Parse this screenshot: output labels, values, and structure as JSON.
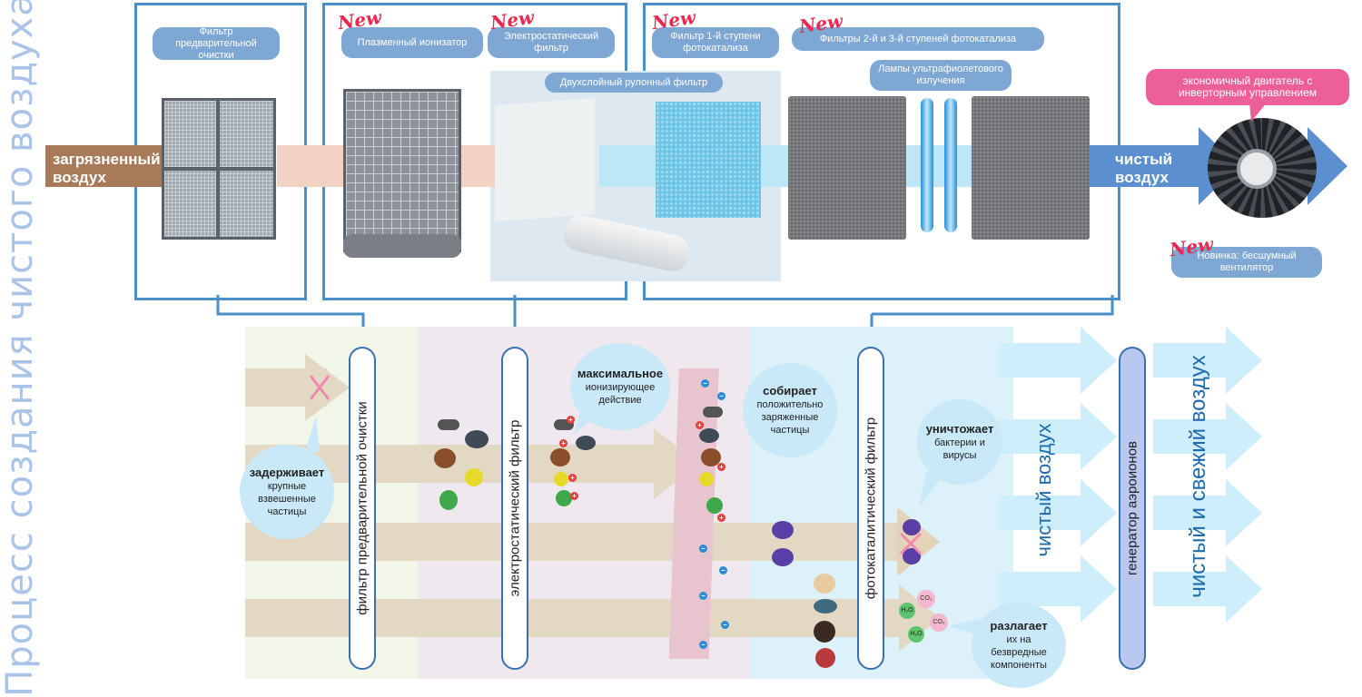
{
  "side_title": "Процесс создания чистого воздуха",
  "badge_new": "New",
  "top": {
    "labels": {
      "prefilter": "Фильтр предварительной очистки",
      "plasma": "Плазменный ионизатор",
      "electrostatic": "Электростатический фильтр",
      "photocat1": "Фильтр 1-й ступени фотокатализа",
      "photocat23": "Фильтры 2-й и 3-й ступеней фотокатализа",
      "double_layer": "Двухслойный рулонный фильтр",
      "uv_lamps": "Лампы ультрафиолетового излучения",
      "motor": "экономичный двигатель с инверторным управлением",
      "fan": "Новинка: бесшумный вентилятор"
    },
    "flow": {
      "dirty": "загрязненный воздух",
      "clean": "чистый воздух"
    },
    "colors": {
      "frame": "#4a90c8",
      "pill": "#7fa7d4",
      "pink": "#ec5f97",
      "new": "#e8294f",
      "dirty_arrow": "#a87a5a",
      "clean_arrow": "#5b8fd0"
    }
  },
  "bottom": {
    "filters": {
      "prefilter": "фильтр предварительной очистки",
      "electrostatic": "электростатический фильтр",
      "photocatalytic": "фотокаталитический фильтр",
      "ion_generator": "генератор аэроионов"
    },
    "bubbles": {
      "retain": {
        "bold": "задерживает",
        "rest": "крупные взвешенные частицы"
      },
      "ionize": {
        "bold": "максимальное",
        "rest": "ионизирующее действие"
      },
      "collect": {
        "bold": "собирает",
        "rest": "положительно заряженные частицы"
      },
      "destroy": {
        "bold": "уничтожает",
        "rest": "бактерии и вирусы"
      },
      "decompose": {
        "bold": "разлагает",
        "rest": "их на безвредные компоненты"
      }
    },
    "clean_air": "чистый воздух",
    "fresh_air": "чистый и свежий воздух",
    "molecules": {
      "co2": "CO₂",
      "h2o": "H₂O"
    }
  }
}
